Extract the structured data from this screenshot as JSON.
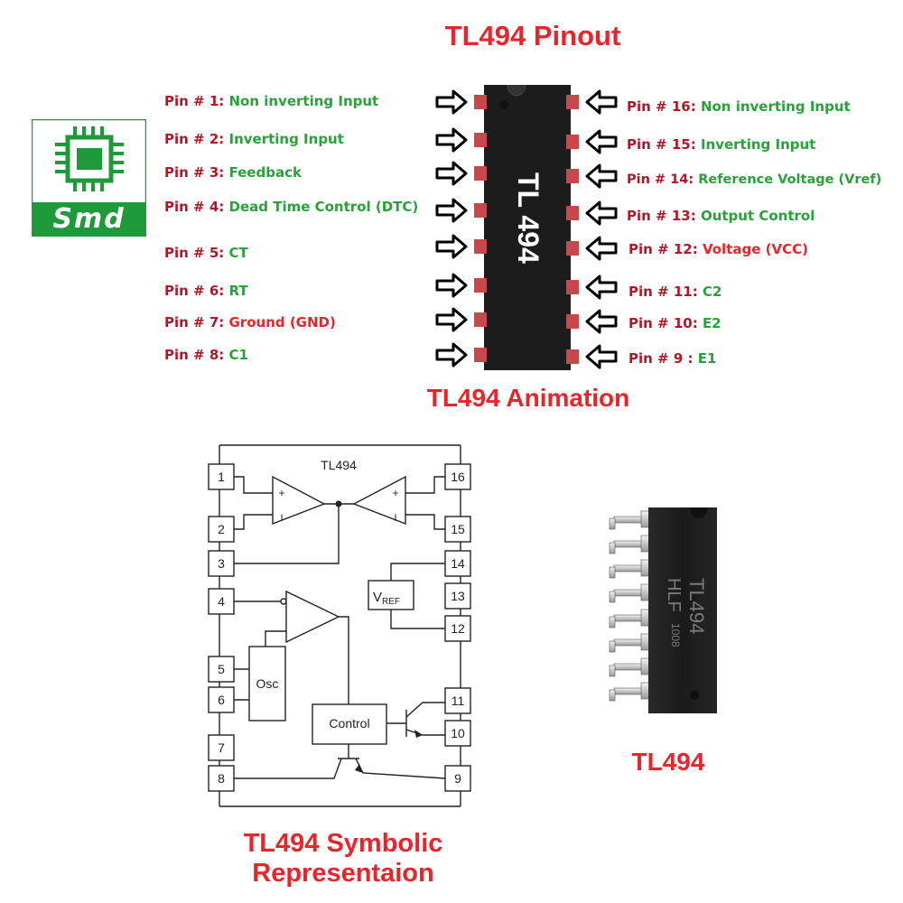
{
  "titles": {
    "pinout": "TL494 Pinout",
    "animation": "TL494 Animation",
    "chip_photo": "TL494",
    "symbolic_line1": "TL494 Symbolic",
    "symbolic_line2": "Representaion"
  },
  "logo": {
    "text": "Smd"
  },
  "chip_body": {
    "marking": "TL 494"
  },
  "left_pins": [
    {
      "num": "Pin # 1:",
      "desc": "Non inverting Input",
      "color": "green"
    },
    {
      "num": "Pin # 2:",
      "desc": "Inverting Input",
      "color": "green"
    },
    {
      "num": "Pin # 3:",
      "desc": "Feedback",
      "color": "green"
    },
    {
      "num": "Pin # 4:",
      "desc": "Dead Time Control (DTC)",
      "color": "green"
    },
    {
      "num": "Pin # 5:",
      "desc": "CT",
      "color": "green"
    },
    {
      "num": "Pin # 6:",
      "desc": "RT",
      "color": "green"
    },
    {
      "num": "Pin # 7:",
      "desc": "Ground (GND)",
      "color": "red"
    },
    {
      "num": "Pin # 8:",
      "desc": "C1",
      "color": "green"
    }
  ],
  "right_pins": [
    {
      "num": "Pin # 16:",
      "desc": "Non inverting Input",
      "color": "green"
    },
    {
      "num": "Pin # 15:",
      "desc": "Inverting Input",
      "color": "green"
    },
    {
      "num": "Pin # 14:",
      "desc": "Reference Voltage (Vref)",
      "color": "green"
    },
    {
      "num": "Pin # 13:",
      "desc": "Output Control",
      "color": "green"
    },
    {
      "num": "Pin # 12:",
      "desc": "Voltage (VCC)",
      "color": "red"
    },
    {
      "num": "Pin # 11:",
      "desc": "C2",
      "color": "green"
    },
    {
      "num": "Pin # 10:",
      "desc": "E2",
      "color": "green"
    },
    {
      "num": "Pin # 9  :",
      "desc": "E1",
      "color": "green"
    }
  ],
  "schematic": {
    "label": "TL494",
    "left_pin_numbers": [
      "1",
      "2",
      "3",
      "4",
      "5",
      "6",
      "7",
      "8"
    ],
    "right_pin_numbers": [
      "16",
      "15",
      "14",
      "13",
      "12",
      "11",
      "10",
      "9"
    ],
    "vref_main": "V",
    "vref_sub": "REF",
    "osc_label": "Osc",
    "control_label": "Control",
    "plus": "+",
    "minus": "I"
  },
  "photo_chip": {
    "line1": "TL494",
    "line2": "HLF",
    "line3": "1008"
  },
  "colors": {
    "title_red": "#e8252b",
    "pin_num": "#b0182a",
    "pin_desc_green": "#2aa13a",
    "logo_green": "#1f9a3a",
    "chip_black": "#1c1c1c",
    "pad_red": "#c8474a"
  }
}
